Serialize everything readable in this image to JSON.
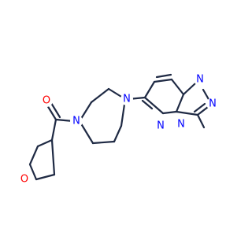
{
  "atom_labels": {
    "carbonyl_oxygen": "O",
    "ring_oxygen": "O",
    "diazepane_n1": "N",
    "diazepane_n4": "N",
    "pyridazine_n1": "N",
    "pyridazine_n2": "N",
    "triazole_n1": "N",
    "triazole_n2": "N"
  },
  "colors": {
    "bond": "#1f2a44",
    "oxygen": "#ff0000",
    "nitrogen": "#0000ff",
    "background": "#ffffff"
  }
}
